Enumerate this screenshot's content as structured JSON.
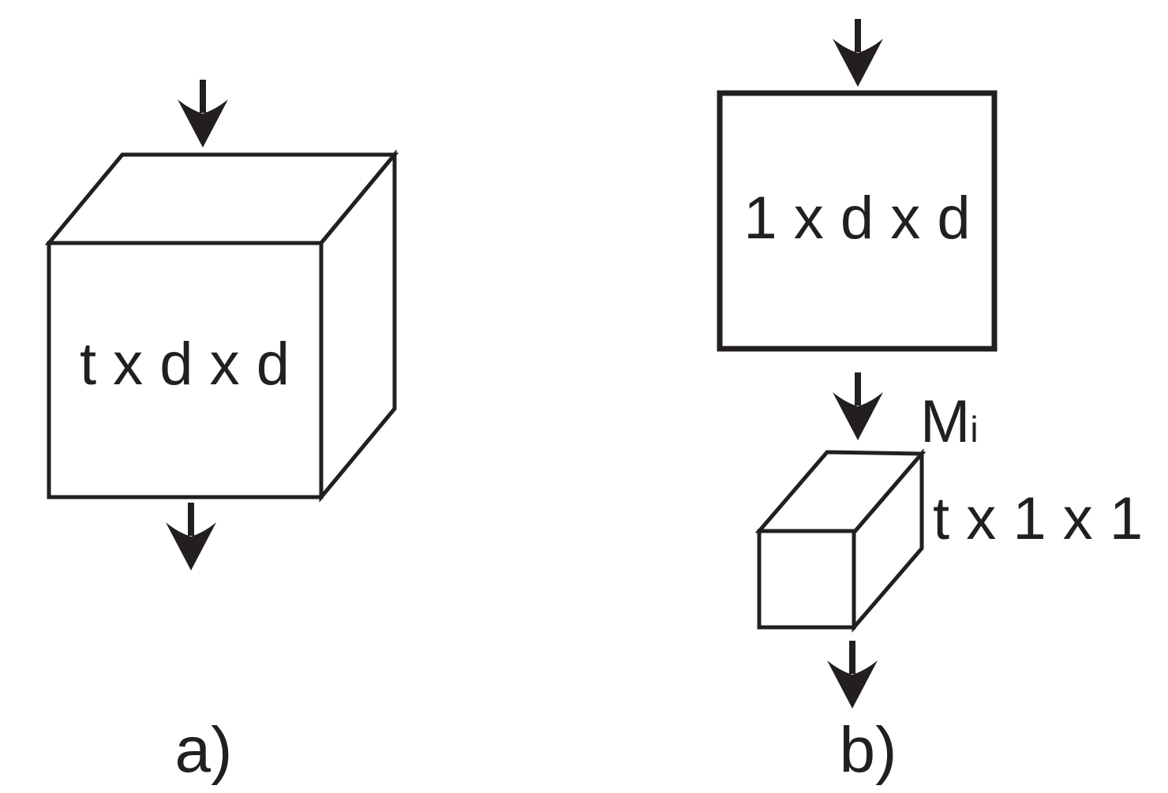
{
  "colors": {
    "background": "#ffffff",
    "line": "#231f20",
    "text": "#231f20"
  },
  "panel_a": {
    "caption": "a)",
    "cube_label": "t x d x d"
  },
  "panel_b": {
    "caption": "b)",
    "square_label": "1 x d x d",
    "memory_label_main": "M",
    "memory_label_sub": "i",
    "bar_label": "t x 1 x 1"
  }
}
